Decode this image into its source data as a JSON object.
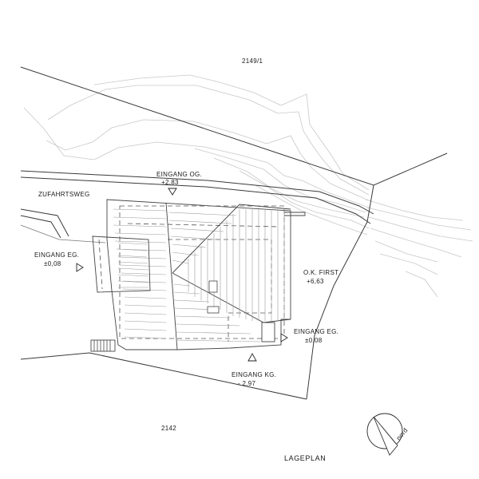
{
  "plan": {
    "parcel_north": "2149/1",
    "parcel_south": "2142",
    "access_road": "ZUFAHRTSWEG",
    "entrance_upper": {
      "label": "EINGANG OG.",
      "level": "+2,83"
    },
    "entrance_ground_west": {
      "label": "EINGANG EG.",
      "level": "±0,08"
    },
    "entrance_ground_east": {
      "label": "EINGANG EG.",
      "level": "±0,08"
    },
    "entrance_basement": {
      "label": "EINGANG KG.",
      "level": "- 2,97"
    },
    "ridge": {
      "label": "O.K. FIRST",
      "level": "+6,63"
    },
    "title": "LAGEPLAN",
    "north_arrow_label": "nord"
  },
  "colors": {
    "line_dark": "#3a3a3a",
    "line_light": "#c8c8c8",
    "hatch": "#9a9a9a"
  }
}
